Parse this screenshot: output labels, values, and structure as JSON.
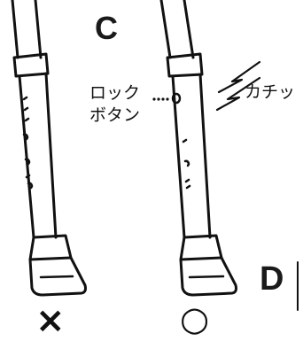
{
  "step_c_label": "C",
  "step_d_label": "D",
  "lock_button_label_line1": "ロック",
  "lock_button_label_line2": "ボタン",
  "click_sound_label": "カチッ",
  "wrong_mark": "×",
  "correct_mark": "○"
}
